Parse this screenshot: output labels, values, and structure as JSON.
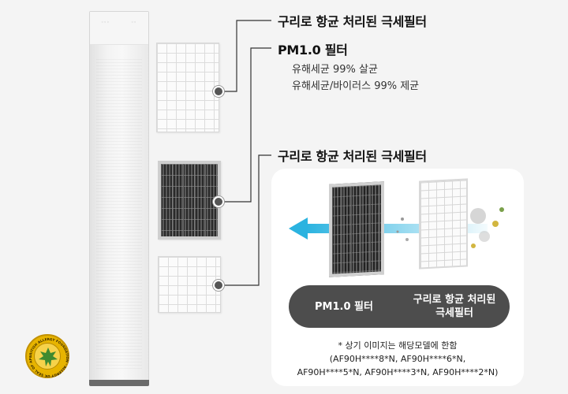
{
  "labels": {
    "top_filter": "구리로 항균 처리된 극세필터",
    "pm_filter_title": "PM1.0 필터",
    "pm_filter_line1": "유해세균 99% 살균",
    "pm_filter_line2": "유해세균/바이러스 99% 제균",
    "bottom_filter": "구리로 항균 처리된 극세필터"
  },
  "card": {
    "pill_left": "PM1.0 필터",
    "pill_right_line1": "구리로 항균 처리된",
    "pill_right_line2": "극세필터",
    "note_line1": "* 상기 이미지는 해당모델에 한함",
    "note_line2": "(AF90H****8*N, AF90H****6*N,",
    "note_line3": "AF90H****5*N, AF90H****3*N, AF90H****2*N)"
  },
  "badge": {
    "ring_text": "BRITISH ALLERGY FOUNDATION · ALLERGY UK SEAL OF APPROVAL"
  },
  "colors": {
    "arrow": "#2bb3e0",
    "pill": "#4d4d4d",
    "badge": "#e7b400",
    "leaf": "#3f8a2f"
  },
  "icons": {
    "callout": "callout-dot-icon",
    "airflow": "airflow-arrow-icon",
    "badge_leaf": "leaf-icon"
  }
}
